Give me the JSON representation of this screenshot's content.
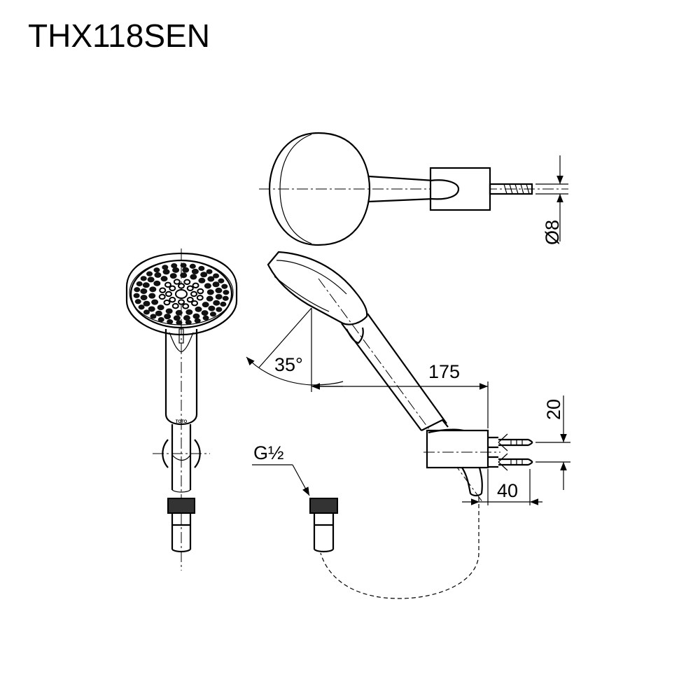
{
  "title": "THX118SEN",
  "logo_text": "TOTO",
  "dimensions": {
    "pin_diameter": "Ø8",
    "angle": "35°",
    "length": "175",
    "screw_spacing": "20",
    "depth": "40",
    "thread": "G½"
  },
  "colors": {
    "line": "#000000",
    "background": "#ffffff"
  }
}
